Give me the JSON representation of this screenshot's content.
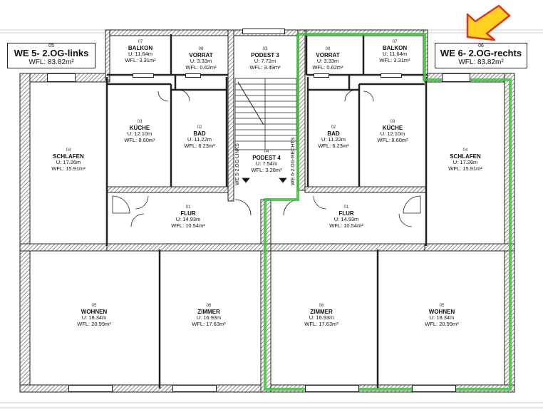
{
  "units": {
    "left": {
      "num": "05",
      "title": "WE 5- 2.OG-links",
      "wfl": "WFL: 83.82m²"
    },
    "right": {
      "num": "06",
      "title": "WE 6- 2.OG-rechts",
      "wfl": "WFL: 83.82m²"
    }
  },
  "rooms": {
    "balkon_l": {
      "num": "07",
      "name": "BALKON",
      "u": "U: 11.64m",
      "wfl": "WFL: 3.31m²"
    },
    "vorrat_l": {
      "num": "08",
      "name": "VORRAT",
      "u": "U: 3.33m",
      "wfl": "WFL: 0.62m²"
    },
    "podest3": {
      "num": "03",
      "name": "PODEST 3",
      "u": "U: 7.72m",
      "wfl": "WFL: 3.49m²"
    },
    "vorrat_r": {
      "num": "08",
      "name": "VORRAT",
      "u": "U: 3.33m",
      "wfl": "WFL: 0.62m²"
    },
    "balkon_r": {
      "num": "07",
      "name": "BALKON",
      "u": "U: 11.64m",
      "wfl": "WFL: 3.31m²"
    },
    "kueche_l": {
      "num": "03",
      "name": "KÜCHE",
      "u": "U: 12.10m",
      "wfl": "WFL: 8.60m²"
    },
    "bad_l": {
      "num": "02",
      "name": "BAD",
      "u": "U: 11.22m",
      "wfl": "WFL: 6.23m²"
    },
    "bad_r": {
      "num": "02",
      "name": "BAD",
      "u": "U: 11.22m",
      "wfl": "WFL: 6.23m²"
    },
    "kueche_r": {
      "num": "03",
      "name": "KÜCHE",
      "u": "U: 12.10m",
      "wfl": "WFL: 8.60m²"
    },
    "schlafen_l": {
      "num": "04",
      "name": "SCHLAFEN",
      "u": "U: 17.26m",
      "wfl": "WFL: 15.91m²"
    },
    "schlafen_r": {
      "num": "04",
      "name": "SCHLAFEN",
      "u": "U: 17.26m",
      "wfl": "WFL: 15.91m²"
    },
    "podest4": {
      "num": "04",
      "name": "PODEST 4",
      "u": "U: 7.54m",
      "wfl": "WFL: 3.28m²"
    },
    "flur_l": {
      "num": "01",
      "name": "FLUR",
      "u": "U: 14.93m",
      "wfl": "WFL: 10.54m²"
    },
    "flur_r": {
      "num": "01",
      "name": "FLUR",
      "u": "U: 14.93m",
      "wfl": "WFL: 10.54m²"
    },
    "wohnen_l": {
      "num": "05",
      "name": "WOHNEN",
      "u": "U: 18.34m",
      "wfl": "WFL: 20.99m²"
    },
    "zimmer_l": {
      "num": "06",
      "name": "ZIMMER",
      "u": "U: 16.93m",
      "wfl": "WFL: 17.63m²"
    },
    "zimmer_r": {
      "num": "06",
      "name": "ZIMMER",
      "u": "U: 16.93m",
      "wfl": "WFL: 17.63m²"
    },
    "wohnen_r": {
      "num": "05",
      "name": "WOHNEN",
      "u": "U: 18.34m",
      "wfl": "WFL: 20.99m²"
    }
  },
  "stair_labels": {
    "left": "WE 5-2.OG-LINKS",
    "right": "WE 6-2.OG-RECHTS"
  },
  "colors": {
    "highlight": "#3ec23e",
    "arrow_fill": "#ffd21f",
    "arrow_stroke": "#e0321c",
    "wall": "#222222"
  }
}
